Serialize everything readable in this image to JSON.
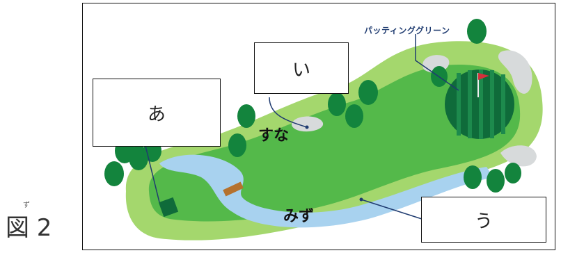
{
  "figure": {
    "label": "図 2",
    "ruby": "ず"
  },
  "labels": {
    "a": "あ",
    "i": "い",
    "u": "う"
  },
  "map_text": {
    "sand": "すな",
    "water": "みず",
    "green": "パッティンググリーン"
  },
  "colors": {
    "fairway": "#54b94a",
    "rough": "#a4d76d",
    "water": "#a8d2ef",
    "sand": "#d7dadb",
    "green_dark": "#0f6b3a",
    "tree": "#13843d",
    "flag": "#d32f3b"
  }
}
